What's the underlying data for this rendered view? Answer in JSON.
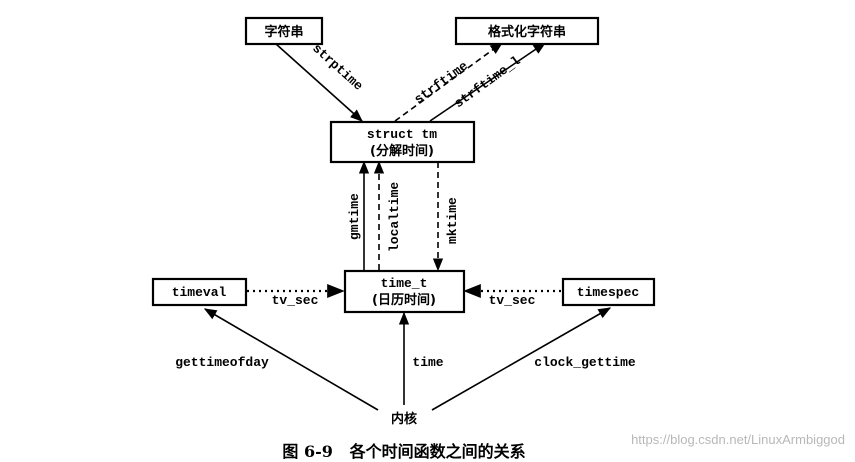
{
  "nodes": {
    "string": "字符串",
    "formatted_string": "格式化字符串",
    "struct_tm": "struct tm",
    "struct_tm_sub": "(分解时间)",
    "time_t": "time_t",
    "time_t_sub": "(日历时间)",
    "timeval": "timeval",
    "timespec": "timespec",
    "kernel": "内核"
  },
  "edges": {
    "strptime": "strptime",
    "strftime": "strftime",
    "strftime_l": "strftime_l",
    "gmtime": "gmtime",
    "localtime": "localtime",
    "mktime": "mktime",
    "tv_sec_left": "tv_sec",
    "tv_sec_right": "tv_sec",
    "gettimeofday": "gettimeofday",
    "time": "time",
    "clock_gettime": "clock_gettime"
  },
  "caption": "图 6-9   各个时间函数之间的关系",
  "watermark": "https://blog.csdn.net/LinuxArmbiggod"
}
